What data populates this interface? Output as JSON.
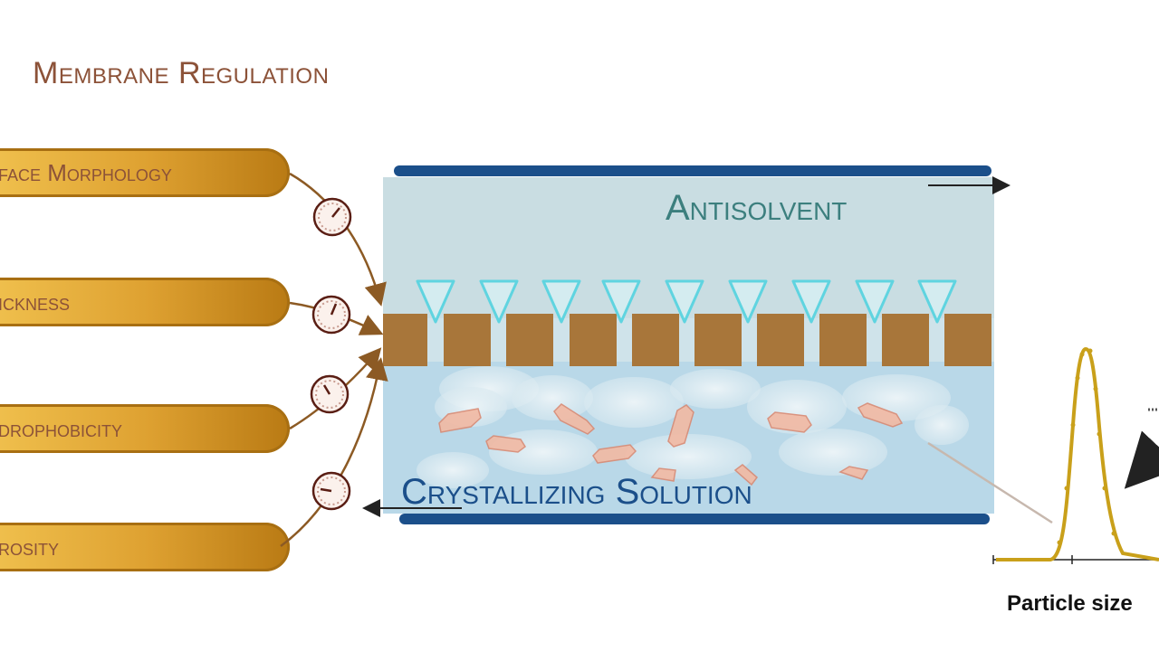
{
  "title": "Membrane Regulation",
  "factors": [
    {
      "label": "Surface Morphology",
      "visible_text": "face Morphology"
    },
    {
      "label": "Thickness",
      "visible_text": "ickness"
    },
    {
      "label": "Hydrophobicity",
      "visible_text": "drophobicity"
    },
    {
      "label": "Porosity",
      "visible_text": "rosity"
    }
  ],
  "module": {
    "antisolvent_label": "Antisolvent",
    "solution_label": "Crystallizing Solution"
  },
  "distribution": {
    "x_label": "Particle size"
  },
  "colors": {
    "title": "#8c5238",
    "membrane": "#a8763a",
    "channel_bar": "#1b4f8a",
    "antisolvent_bg": "#c9dde2",
    "solution_bg": "#b9d8e8",
    "distribution_curve": "#c9a01a"
  },
  "icons": [
    "gauge-icon",
    "triangle-pore-icon",
    "crystal-icon",
    "arrow-icon"
  ]
}
